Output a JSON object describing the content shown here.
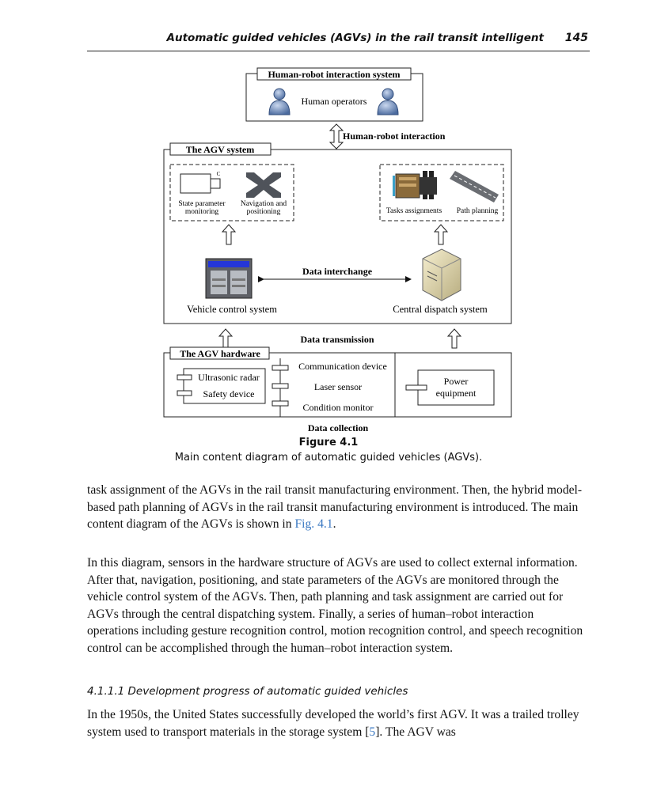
{
  "header": {
    "running_title": "Automatic guided vehicles (AGVs) in the rail transit intelligent",
    "page_number": "145"
  },
  "figure": {
    "hri_system_title": "Human-robot interaction system",
    "human_operators": "Human operators",
    "hri_label": "Human-robot interaction",
    "agv_system_title": "The AGV system",
    "state_param_1": "State parameter",
    "state_param_2": "monitoring",
    "nav_1": "Navigation and",
    "nav_2": "positioning",
    "tasks_assignments": "Tasks assignments",
    "path_planning": "Path planning",
    "data_interchange": "Data interchange",
    "vehicle_control": "Vehicle control system",
    "central_dispatch": "Central dispatch system",
    "data_transmission": "Data transmission",
    "agv_hardware_title": "The AGV hardware",
    "ultrasonic": "Ultrasonic radar",
    "safety": "Safety device",
    "communication": "Communication device",
    "laser": "Laser sensor",
    "condition": "Condition monitor",
    "power_1": "Power",
    "power_2": "equipment",
    "data_collection": "Data collection",
    "camera_mark": "C"
  },
  "caption": {
    "label": "Figure 4.1",
    "text": "Main content diagram of automatic guided vehicles (AGVs)."
  },
  "body": {
    "p1_a": "task assignment of the AGVs in the rail transit manufacturing environment. Then, the hybrid model-based path planning of AGVs in the rail transit manufacturing environment is introduced. The main content diagram of the AGVs is shown in ",
    "p1_link": "Fig. 4.1",
    "p1_b": ".",
    "p2": "In this diagram, sensors in the hardware structure of AGVs are used to collect external information. After that, navigation, positioning, and state parameters of the AGVs are monitored through the vehicle control system of the AGVs. Then, path planning and task assignment are carried out for AGVs through the central dispatching system. Finally, a series of human–robot interaction operations including gesture recognition control, motion recognition control, and speech recognition control can be accomplished through the human–robot interaction system.",
    "section_heading": "4.1.1.1 Development progress of automatic guided vehicles",
    "p3_a": "In the 1950s, the United States successfully developed the world’s first AGV. It was a trailed trolley system used to transport materials in the storage system [",
    "p3_link": "5",
    "p3_b": "]. The AGV was"
  }
}
